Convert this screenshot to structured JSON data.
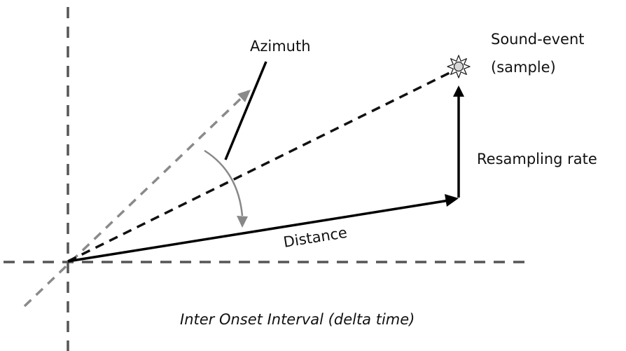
{
  "labels": {
    "azimuth": "Azimuth",
    "sound_event_line1": "Sound-event",
    "sound_event_line2": "(sample)",
    "resampling_rate": "Resampling rate",
    "distance": "Distance",
    "axis_label": "Inter Onset Interval (delta time)"
  },
  "icons": {
    "sound_event": "sun-burst-icon"
  },
  "colors": {
    "axis": "#555555",
    "vector": "#000000",
    "arc": "#888888",
    "text": "#111111"
  }
}
